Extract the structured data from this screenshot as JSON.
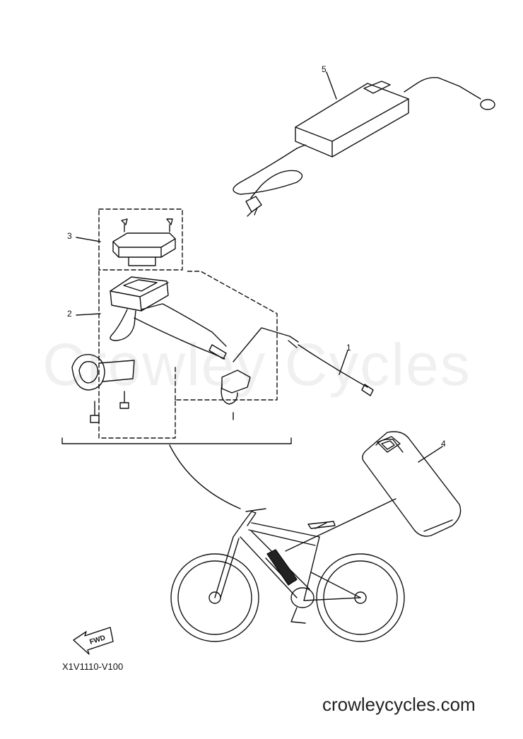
{
  "watermark": "Crowley Cycles",
  "drawing_code": "X1V1110-V100",
  "website": "crowleycycles.com",
  "fwd_label": "FWD",
  "callouts": {
    "c1": "1",
    "c2": "2",
    "c3": "3",
    "c4": "4",
    "c5": "5"
  },
  "colors": {
    "line": "#111111",
    "watermark": "#e9e9e9"
  }
}
